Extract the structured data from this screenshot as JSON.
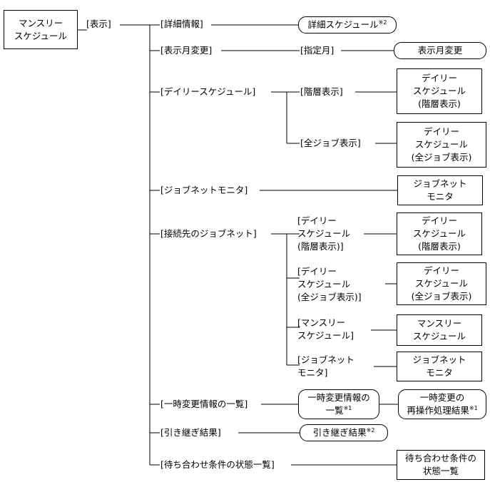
{
  "root": "マンスリー\nスケジュール",
  "menu": {
    "show": "[表示]",
    "detail_info": "[詳細情報]",
    "month_change": "[表示月変更]",
    "daily_schedule": "[デイリースケジュール]",
    "jobnet_monitor": "[ジョブネットモニタ]",
    "connected_jobnet": "[接続先のジョブネット]",
    "temp_change_list": "[一時変更情報の一覧]",
    "handover_result": "[引き継ぎ結果]",
    "wait_condition_list": "[待ち合わせ条件の状態一覧]"
  },
  "sub": {
    "specified_month": "[指定月]",
    "hierarchy_view": "[階層表示]",
    "all_jobs_view": "[全ジョブ表示]",
    "conn_daily_hier": "[デイリー\nスケジュール\n(階層表示)]",
    "conn_daily_all": "[デイリー\nスケジュール\n(全ジョブ表示)]",
    "conn_monthly": "[マンスリー\nスケジュール]",
    "conn_jobnet_monitor": "[ジョブネット\nモニタ]"
  },
  "results": {
    "detail_schedule": "詳細スケジュール",
    "detail_schedule_note": "※2",
    "month_change": "表示月変更",
    "daily_hier": "デイリー\nスケジュール\n(階層表示)",
    "daily_all": "デイリー\nスケジュール\n(全ジョブ表示)",
    "jobnet_monitor": "ジョブネット\nモニタ",
    "conn_daily_hier": "デイリー\nスケジュール\n(階層表示)",
    "conn_daily_all": "デイリー\nスケジュール\n(全ジョブ表示)",
    "conn_monthly": "マンスリー\nスケジュール",
    "conn_jobnet_monitor": "ジョブネット\nモニタ",
    "temp_change_list": "一時変更情報の\n一覧",
    "temp_change_list_note": "※1",
    "temp_change_reop": "一時変更の\n再操作処理結果",
    "temp_change_reop_note": "※1",
    "handover_result": "引き継ぎ結果",
    "handover_result_note": "※2",
    "wait_condition_list": "待ち合わせ条件の\n状態一覧"
  }
}
